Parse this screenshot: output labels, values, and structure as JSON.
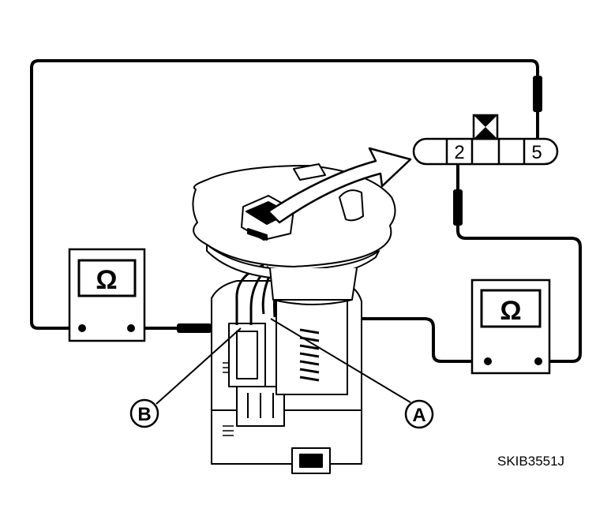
{
  "diagram": {
    "connector": {
      "pin_left": "2",
      "pin_right": "5"
    },
    "meter_left": {
      "symbol": "Ω"
    },
    "meter_right": {
      "symbol": "Ω"
    },
    "callouts": {
      "a": "A",
      "b": "B"
    },
    "figure_code": "SKIB3551J",
    "colors": {
      "ink": "#000000",
      "paper": "#ffffff",
      "probe": "#000000"
    }
  }
}
